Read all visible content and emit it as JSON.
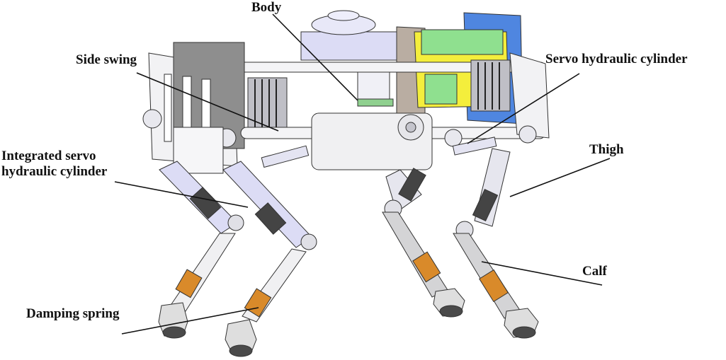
{
  "figure": {
    "subject": "Hydraulic quadruped robot CAD model",
    "labels": {
      "body": "Body",
      "side_swing": "Side swing",
      "integrated_servo_line1": "Integrated servo",
      "integrated_servo_line2": "hydraulic cylinder",
      "servo_hydraulic_cylinder": "Servo hydraulic cylinder",
      "thigh": "Thigh",
      "calf": "Calf",
      "damping_spring": "Damping spring"
    },
    "colors": {
      "frame": "#f2f2f4",
      "frame_shade": "#d8d8e0",
      "lavender_part": "#dcdcf5",
      "battery_box": "#8e8e8e",
      "green_board": "#8fe08f",
      "yellow_board": "#f4ee3c",
      "blue_panel": "#4f86e0",
      "bracket_brown": "#b9ada2",
      "spring_orange": "#d98a2a",
      "spring_dark": "#3a3a3a",
      "foot_dark": "#4a4a4a",
      "leader_line": "#111111"
    }
  }
}
